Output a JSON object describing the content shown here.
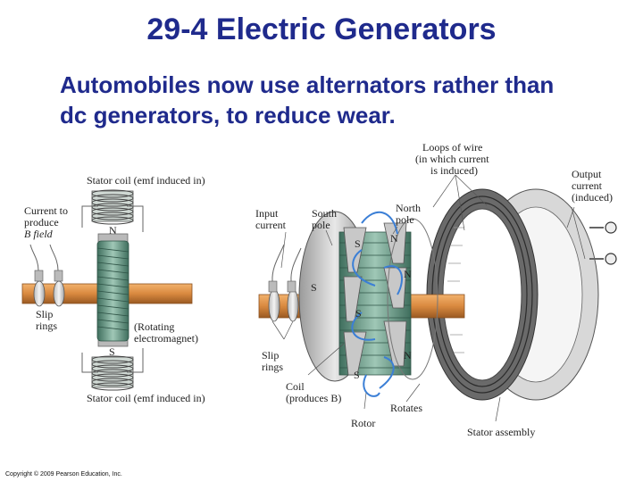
{
  "slide": {
    "title": "29-4 Electric Generators",
    "body_lines": [
      "Automobiles now use alternators rather than",
      "dc generators, to reduce wear."
    ],
    "copyright": "Copyright © 2009 Pearson Education, Inc."
  },
  "left_figure": {
    "stator_top": "Stator coil (emf induced in)",
    "current_line1": "Current to",
    "current_line2": "produce",
    "current_line3": "B field",
    "slip_line1": "Slip",
    "slip_line2": "rings",
    "rotating_line1": "(Rotating",
    "rotating_line2": "electromagnet)",
    "stator_bottom": "Stator coil (emf induced in)",
    "pole_n": "N",
    "pole_s": "S"
  },
  "right_figure": {
    "loops_line1": "Loops of wire",
    "loops_line2": "(in which current",
    "loops_line3": "is induced)",
    "output_line1": "Output",
    "output_line2": "current",
    "output_line3": "(induced)",
    "input_line1": "Input",
    "input_line2": "current",
    "south_line1": "South",
    "south_line2": "pole",
    "north_line1": "North",
    "north_line2": "pole",
    "slip_line1": "Slip",
    "slip_line2": "rings",
    "coil_line1": "Coil",
    "coil_line2": "(produces B)",
    "rotates": "Rotates",
    "rotor": "Rotor",
    "stator_assembly": "Stator assembly",
    "pole_n": "N",
    "pole_s": "S"
  },
  "colors": {
    "title_blue": "#1f2a8c",
    "shaft_orange": "#d9893f",
    "coil_green": "#6e9e8a",
    "field_blue": "#3b7fd6"
  }
}
